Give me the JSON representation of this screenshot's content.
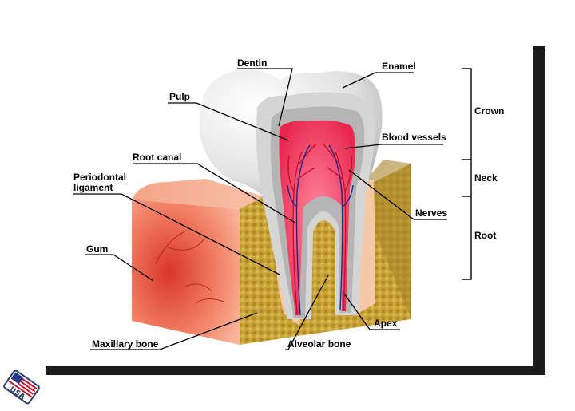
{
  "labels": {
    "dentin": "Dentin",
    "enamel": "Enamel",
    "pulp": "Pulp",
    "blood_vessels": "Blood vessels",
    "root_canal": "Root canal",
    "periodontal_line1": "Periodontal",
    "periodontal_line2": "ligament",
    "nerves": "Nerves",
    "gum": "Gum",
    "maxillary_bone": "Maxillary bone",
    "alveolar_bone": "Alveolar bone",
    "apex": "Apex"
  },
  "regions": {
    "crown": "Crown",
    "neck": "Neck",
    "root": "Root"
  },
  "badge": {
    "text": "USA",
    "icon": "usa-flag-badge-icon"
  },
  "colors": {
    "gum": "#e8604a",
    "bone": "#c9a43a",
    "enamel": "#e6e6e6",
    "dentin": "#c8c8c8",
    "pulp": "#ee3a5a",
    "vessel_red": "#c8102e",
    "vessel_blue": "#1a2a8a"
  }
}
